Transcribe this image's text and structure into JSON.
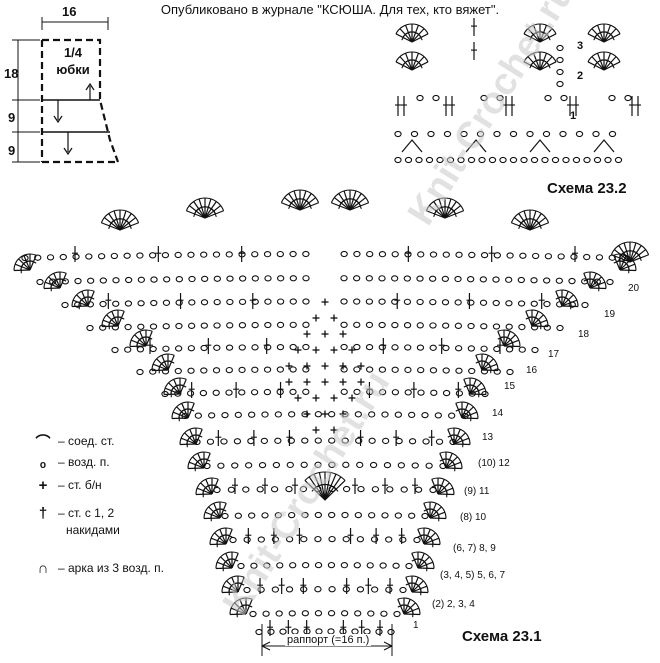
{
  "publication": "Опубликовано в журнале \"КСЮША. Для тех, кто вяжет\".",
  "skirt_schematic": {
    "width_label": "16",
    "heights": [
      "18",
      "9",
      "9"
    ],
    "panel_label_line1": "1/4",
    "panel_label_line2": "юбки"
  },
  "scheme_23_2": {
    "title": "Схема 23.2",
    "row_numbers": [
      "3",
      "2",
      "1"
    ]
  },
  "scheme_23_1": {
    "title": "Схема 23.1",
    "repeat_label": "раппорт (=16 п.)",
    "row_labels": [
      {
        "text": "1"
      },
      {
        "text": "(2)  2, 3, 4"
      },
      {
        "text": "(3, 4, 5)  5, 6, 7"
      },
      {
        "text": "(6, 7)  8, 9"
      },
      {
        "text": "(8)  10"
      },
      {
        "text": "(9)  11"
      },
      {
        "text": "(10)  12"
      },
      {
        "text": "13"
      },
      {
        "text": "14"
      },
      {
        "text": "15"
      },
      {
        "text": "16"
      },
      {
        "text": "17"
      },
      {
        "text": "18"
      },
      {
        "text": "19"
      },
      {
        "text": "20"
      }
    ]
  },
  "legend": [
    {
      "symbol": "⌒",
      "text": "– соед. ст."
    },
    {
      "symbol": "ₒ",
      "text": "– возд. п."
    },
    {
      "symbol": "+",
      "text": "– ст. б/н"
    },
    {
      "symbol": "†",
      "text": "– ст. с 1, 2"
    },
    {
      "symbol": "",
      "text": "накидами"
    },
    {
      "symbol": "∩",
      "text": "– арка из 3 возд. п."
    }
  ],
  "watermark": "Knit-Crochet.ru"
}
